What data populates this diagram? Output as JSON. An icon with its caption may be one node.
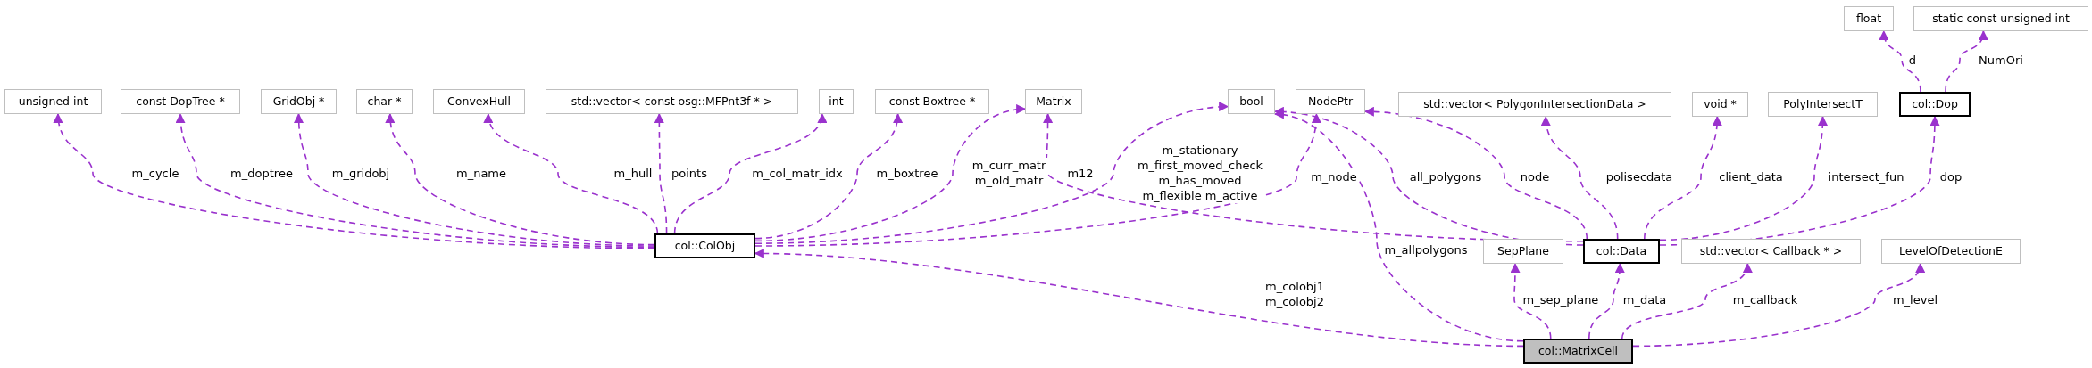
{
  "diagram": {
    "nodes": [
      {
        "text": [
          "unsigned int"
        ]
      },
      {
        "text": [
          "const DopTree *"
        ]
      },
      {
        "text": [
          "GridObj *"
        ]
      },
      {
        "text": [
          "char *"
        ]
      },
      {
        "text": [
          "ConvexHull"
        ]
      },
      {
        "text": [
          "std::vector< const osg::MFPnt3f * >"
        ]
      },
      {
        "text": [
          "int"
        ]
      },
      {
        "text": [
          "const Boxtree *"
        ]
      },
      {
        "text": [
          "Matrix"
        ]
      },
      {
        "text": [
          "bool"
        ]
      },
      {
        "text": [
          "NodePtr"
        ]
      },
      {
        "text": [
          "std::vector< PolygonIntersectionData >"
        ]
      },
      {
        "text": [
          "void *"
        ]
      },
      {
        "text": [
          "PolyIntersectT"
        ]
      },
      {
        "text": [
          "float"
        ]
      },
      {
        "text": [
          "static const unsigned int"
        ]
      },
      {
        "text": [
          "col::Dop"
        ]
      },
      {
        "text": [
          "col::ColObj"
        ]
      },
      {
        "text": [
          "SepPlane"
        ]
      },
      {
        "text": [
          "col::Data"
        ]
      },
      {
        "text": [
          "std::vector< Callback * >"
        ]
      },
      {
        "text": [
          "LevelOfDetectionE"
        ]
      },
      {
        "text": [
          "col::MatrixCell"
        ]
      }
    ],
    "edges": [
      {
        "from": 17,
        "to": 0,
        "arrow": "to",
        "label": "m_cycle"
      },
      {
        "from": 17,
        "to": 1,
        "arrow": "to",
        "label": "m_doptree"
      },
      {
        "from": 17,
        "to": 2,
        "arrow": "to",
        "label": "m_gridobj"
      },
      {
        "from": 17,
        "to": 3,
        "arrow": "to",
        "label": "m_name"
      },
      {
        "from": 17,
        "to": 4,
        "arrow": "to",
        "label": "m_hull"
      },
      {
        "from": 17,
        "to": 5,
        "arrow": "to",
        "label": "points"
      },
      {
        "from": 17,
        "to": 6,
        "arrow": "to",
        "label": "m_col_matr_idx"
      },
      {
        "from": 17,
        "to": 7,
        "arrow": "to",
        "label": "m_boxtree"
      },
      {
        "from": 17,
        "to": 8,
        "arrow": "to",
        "label": "m_curr_matr m_old_matr"
      },
      {
        "from": 17,
        "to": 9,
        "arrow": "to",
        "label": "m_stationary m_first_moved_check m_has_moved m_flexible m_active"
      },
      {
        "from": 17,
        "to": 10,
        "arrow": "to",
        "label": "m_node"
      },
      {
        "from": 19,
        "to": 8,
        "arrow": "to",
        "label": "m12"
      },
      {
        "from": 19,
        "to": 9,
        "arrow": "to",
        "label": "all_polygons"
      },
      {
        "from": 19,
        "to": 10,
        "arrow": "to",
        "label": "node"
      },
      {
        "from": 19,
        "to": 11,
        "arrow": "to",
        "label": "polisecdata"
      },
      {
        "from": 19,
        "to": 12,
        "arrow": "to",
        "label": "client_data"
      },
      {
        "from": 19,
        "to": 13,
        "arrow": "to",
        "label": "intersect_fun"
      },
      {
        "from": 19,
        "to": 16,
        "arrow": "to",
        "label": "dop"
      },
      {
        "from": 16,
        "to": 14,
        "arrow": "to",
        "label": "d"
      },
      {
        "from": 16,
        "to": 15,
        "arrow": "to",
        "label": "NumOri"
      },
      {
        "from": 22,
        "to": 17,
        "arrow": "to",
        "label": "m_colobj1 m_colobj2"
      },
      {
        "from": 22,
        "to": 9,
        "arrow": "to",
        "label": "m_allpolygons"
      },
      {
        "from": 22,
        "to": 18,
        "arrow": "to",
        "label": "m_sep_plane"
      },
      {
        "from": 22,
        "to": 19,
        "arrow": "to",
        "label": "m_data"
      },
      {
        "from": 22,
        "to": 20,
        "arrow": "to",
        "label": "m_callback"
      },
      {
        "from": 22,
        "to": 21,
        "arrow": "to",
        "label": "m_level"
      }
    ]
  }
}
